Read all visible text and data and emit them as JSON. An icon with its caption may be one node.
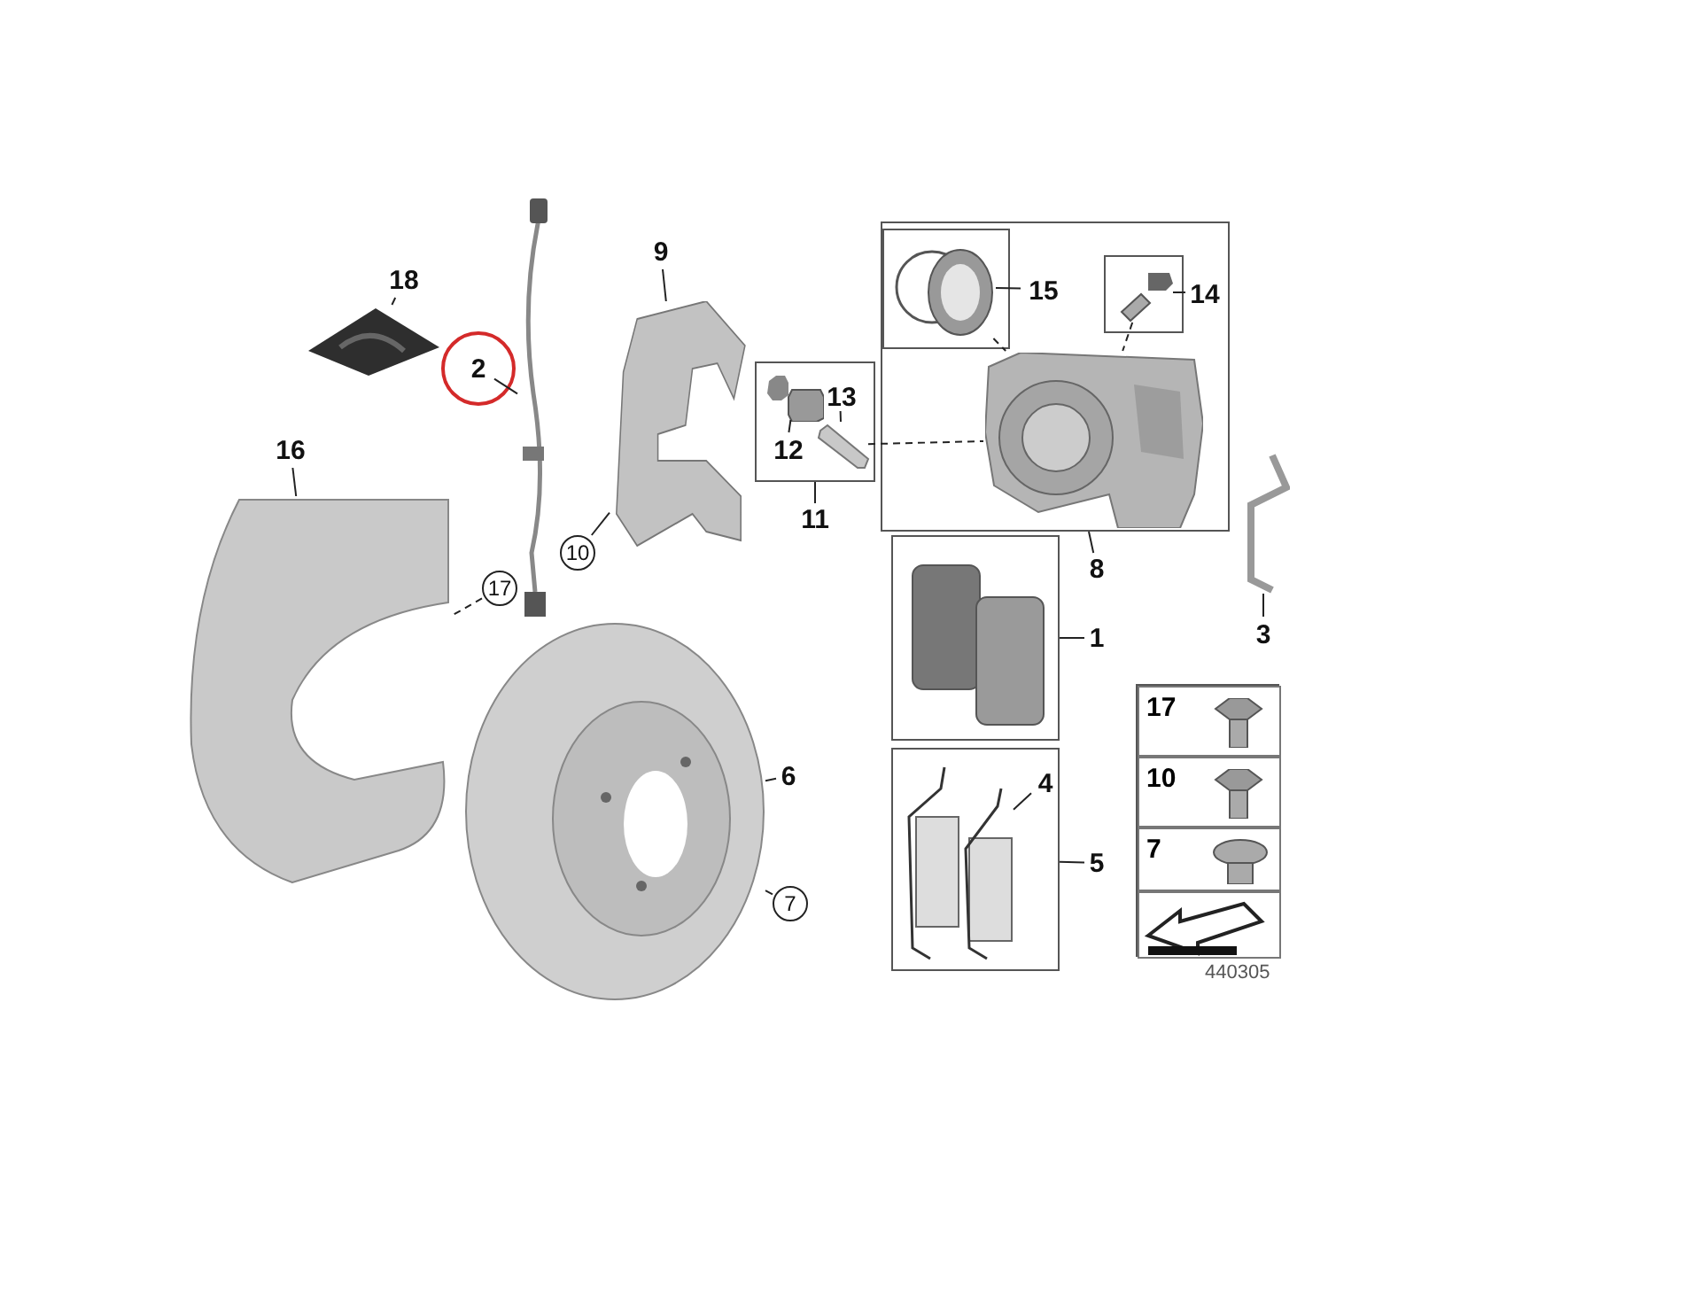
{
  "diagram": {
    "nodes": [
      {
        "text": [
          "18"
        ]
      },
      {
        "text": [],
        "shape": "picture"
      },
      {
        "text": [
          "2"
        ]
      },
      {
        "text": [],
        "shape": "picture"
      },
      {
        "text": [
          "9"
        ]
      },
      {
        "text": [],
        "shape": "picture"
      },
      {
        "text": [
          "10"
        ]
      },
      {
        "text": [],
        "shape": "box"
      },
      {
        "text": [],
        "shape": "box",
        "in": 7
      },
      {
        "text": [],
        "shape": "picture",
        "in": 8
      },
      {
        "text": [
          "15"
        ],
        "in": 7
      },
      {
        "text": [],
        "shape": "box",
        "in": 7
      },
      {
        "text": [],
        "shape": "picture",
        "in": 11
      },
      {
        "text": [
          "14"
        ],
        "in": 7
      },
      {
        "text": [],
        "shape": "picture",
        "in": 7
      },
      {
        "text": [],
        "shape": "box"
      },
      {
        "text": [],
        "shape": "picture",
        "in": 15
      },
      {
        "text": [
          "12"
        ],
        "in": 15
      },
      {
        "text": [],
        "shape": "picture",
        "in": 15
      },
      {
        "text": [
          "13"
        ],
        "in": 15
      },
      {
        "text": [
          "11"
        ]
      },
      {
        "text": [
          "8"
        ]
      },
      {
        "text": [
          "16"
        ]
      },
      {
        "text": [],
        "shape": "picture"
      },
      {
        "text": [
          "17"
        ]
      },
      {
        "text": [],
        "shape": "picture"
      },
      {
        "text": [
          "6"
        ]
      },
      {
        "text": [
          "7"
        ]
      },
      {
        "text": [],
        "shape": "box"
      },
      {
        "text": [],
        "shape": "picture",
        "in": 28
      },
      {
        "text": [
          "1"
        ]
      },
      {
        "text": [],
        "shape": "picture"
      },
      {
        "text": [
          "3"
        ]
      },
      {
        "text": [],
        "shape": "box"
      },
      {
        "text": [],
        "shape": "picture",
        "in": 33
      },
      {
        "text": [
          "4"
        ],
        "in": 33
      },
      {
        "text": [
          "5"
        ]
      },
      {
        "text": [],
        "shape": "box"
      },
      {
        "text": [
          "17"
        ],
        "in": 37
      },
      {
        "text": [
          "10"
        ],
        "in": 37
      },
      {
        "text": [
          "7"
        ],
        "in": 37
      },
      {
        "text": [],
        "shape": "box",
        "in": 37
      }
    ],
    "edges": [
      {
        "from": 0,
        "to": 1,
        "arrow": "none"
      },
      {
        "from": 2,
        "to": 3,
        "arrow": "none"
      },
      {
        "from": 4,
        "to": 5,
        "arrow": "none"
      },
      {
        "from": 6,
        "to": 5,
        "arrow": "none"
      },
      {
        "from": 10,
        "to": 9,
        "arrow": "none"
      },
      {
        "from": 13,
        "to": 12,
        "arrow": "none"
      },
      {
        "from": 9,
        "to": 14,
        "arrow": "none",
        "style": "dashed"
      },
      {
        "from": 12,
        "to": 14,
        "arrow": "none",
        "style": "dashed"
      },
      {
        "from": 17,
        "to": 16,
        "arrow": "none"
      },
      {
        "from": 19,
        "to": 18,
        "arrow": "none"
      },
      {
        "from": 18,
        "to": 14,
        "arrow": "none",
        "style": "dashed"
      },
      {
        "from": 20,
        "to": 15,
        "arrow": "none"
      },
      {
        "from": 21,
        "to": 7,
        "arrow": "none"
      },
      {
        "from": 22,
        "to": 23,
        "arrow": "none"
      },
      {
        "from": 24,
        "to": 23,
        "arrow": "none",
        "style": "dashed"
      },
      {
        "from": 26,
        "to": 25,
        "arrow": "none"
      },
      {
        "from": 27,
        "to": 25,
        "arrow": "none"
      },
      {
        "from": 30,
        "to": 28,
        "arrow": "none"
      },
      {
        "from": 32,
        "to": 31,
        "arrow": "none"
      },
      {
        "from": 35,
        "to": 34,
        "arrow": "none"
      },
      {
        "from": 36,
        "to": 33,
        "arrow": "none"
      }
    ],
    "labels": [
      "440305"
    ]
  }
}
